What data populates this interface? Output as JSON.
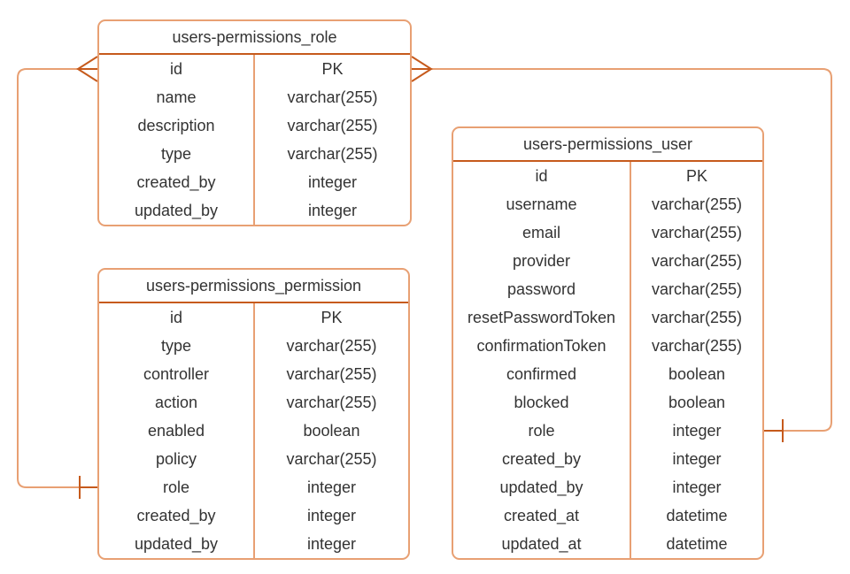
{
  "diagram": {
    "kind": "entity-relationship-diagram",
    "colors": {
      "background": "#FFFFFF",
      "table_border": "#E8A073",
      "accent_line": "#C65A1C",
      "text": "#333333"
    }
  },
  "tables": [
    {
      "title": "users-permissions_role",
      "rows": [
        {
          "field": "id",
          "type": "PK"
        },
        {
          "field": "name",
          "type": "varchar(255)"
        },
        {
          "field": "description",
          "type": "varchar(255)"
        },
        {
          "field": "type",
          "type": "varchar(255)"
        },
        {
          "field": "created_by",
          "type": "integer"
        },
        {
          "field": "updated_by",
          "type": "integer"
        }
      ]
    },
    {
      "title": "users-permissions_permission",
      "rows": [
        {
          "field": "id",
          "type": "PK"
        },
        {
          "field": "type",
          "type": "varchar(255)"
        },
        {
          "field": "controller",
          "type": "varchar(255)"
        },
        {
          "field": "action",
          "type": "varchar(255)"
        },
        {
          "field": "enabled",
          "type": "boolean"
        },
        {
          "field": "policy",
          "type": "varchar(255)"
        },
        {
          "field": "role",
          "type": "integer"
        },
        {
          "field": "created_by",
          "type": "integer"
        },
        {
          "field": "updated_by",
          "type": "integer"
        }
      ]
    },
    {
      "title": "users-permissions_user",
      "rows": [
        {
          "field": "id",
          "type": "PK"
        },
        {
          "field": "username",
          "type": "varchar(255)"
        },
        {
          "field": "email",
          "type": "varchar(255)"
        },
        {
          "field": "provider",
          "type": "varchar(255)"
        },
        {
          "field": "password",
          "type": "varchar(255)"
        },
        {
          "field": "resetPasswordToken",
          "type": "varchar(255)"
        },
        {
          "field": "confirmationToken",
          "type": "varchar(255)"
        },
        {
          "field": "confirmed",
          "type": "boolean"
        },
        {
          "field": "blocked",
          "type": "boolean"
        },
        {
          "field": "role",
          "type": "integer"
        },
        {
          "field": "created_by",
          "type": "integer"
        },
        {
          "field": "updated_by",
          "type": "integer"
        },
        {
          "field": "created_at",
          "type": "datetime"
        },
        {
          "field": "updated_at",
          "type": "datetime"
        }
      ]
    }
  ],
  "relationships": [
    {
      "from_table": "users-permissions_role",
      "from_field": "id",
      "from_marker": "crow-foot-many",
      "to_table": "users-permissions_permission",
      "to_field": "role",
      "to_marker": "one-tick"
    },
    {
      "from_table": "users-permissions_role",
      "from_field": "id",
      "from_marker": "crow-foot-many",
      "to_table": "users-permissions_user",
      "to_field": "role",
      "to_marker": "one-tick"
    }
  ]
}
